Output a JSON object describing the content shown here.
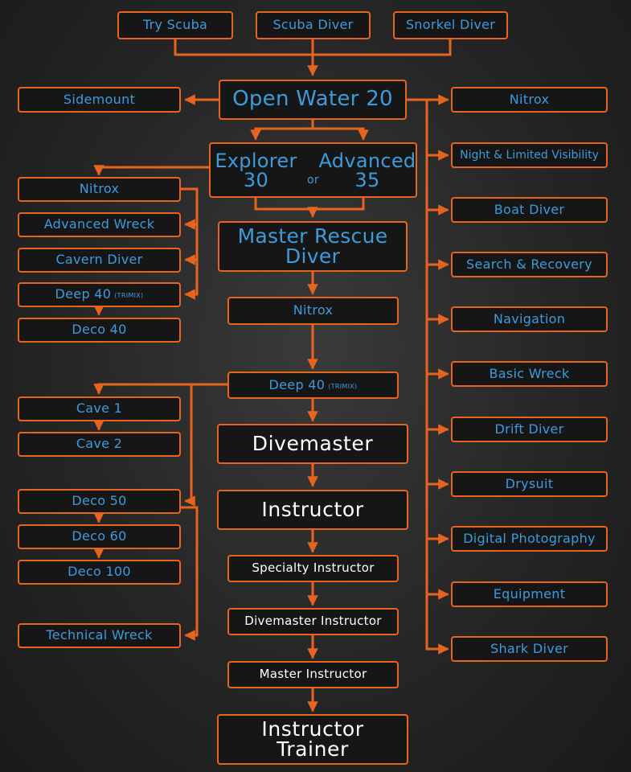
{
  "colors": {
    "line": "#e8641e",
    "text_blue": "#3d9bdc",
    "text_white": "#ffffff",
    "box_bg": "#161616"
  },
  "top": {
    "try_scuba": "Try Scuba",
    "scuba_diver": "Scuba Diver",
    "snorkel_diver": "Snorkel Diver"
  },
  "main": {
    "open_water": "Open Water 20",
    "explorer": "Explorer",
    "explorer_depth": "30",
    "or_text": "or",
    "advanced": "Advanced",
    "advanced_depth": "35",
    "master_rescue_line1": "Master Rescue",
    "master_rescue_line2": "Diver",
    "nitrox": "Nitrox",
    "deep40": "Deep 40",
    "deep40_sup": "(TRIMIX)",
    "divemaster": "Divemaster",
    "instructor": "Instructor",
    "specialty_instructor": "Specialty Instructor",
    "divemaster_instructor": "Divemaster Instructor",
    "master_instructor": "Master Instructor",
    "instructor_trainer_line1": "Instructor",
    "instructor_trainer_line2": "Trainer"
  },
  "left": {
    "sidemount": "Sidemount",
    "nitrox": "Nitrox",
    "advanced_wreck": "Advanced Wreck",
    "cavern_diver": "Cavern Diver",
    "deep40": "Deep 40",
    "deep40_sup": "(TRIMIX)",
    "deco40": "Deco 40",
    "cave1": "Cave 1",
    "cave2": "Cave 2",
    "deco50": "Deco 50",
    "deco60": "Deco 60",
    "deco100": "Deco 100",
    "technical_wreck": "Technical Wreck"
  },
  "right": {
    "nitrox": "Nitrox",
    "night": "Night & Limited Visibility",
    "boat_diver": "Boat Diver",
    "search_recovery": "Search & Recovery",
    "navigation": "Navigation",
    "basic_wreck": "Basic Wreck",
    "drift_diver": "Drift Diver",
    "drysuit": "Drysuit",
    "digital_photography": "Digital Photography",
    "equipment": "Equipment",
    "shark_diver": "Shark Diver"
  }
}
